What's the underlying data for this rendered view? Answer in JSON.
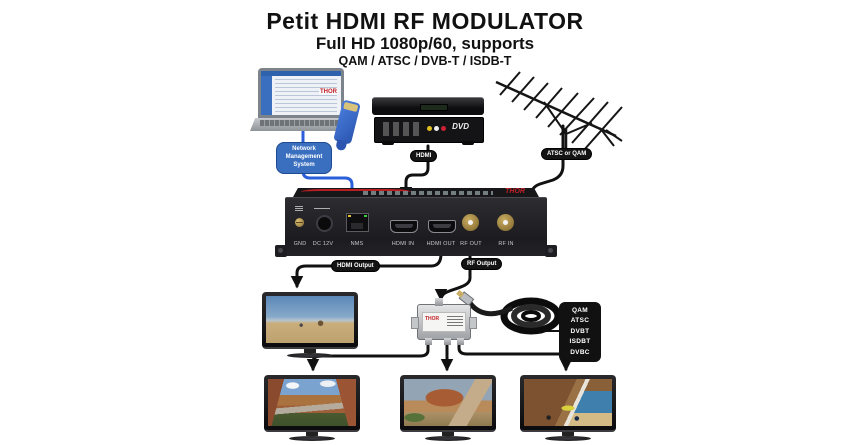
{
  "title": {
    "line1": "Petit HDMI RF MODULATOR",
    "line2": "Full HD 1080p/60, supports",
    "line3": "QAM / ATSC / DVB-T / ISDB-T"
  },
  "laptop": {
    "screen_brand": "THOR"
  },
  "dvd": {
    "logo": "DVD"
  },
  "device": {
    "brand": "THOR",
    "ports": [
      "GND",
      "DC 12V",
      "NMS",
      "HDMI IN",
      "HDMI OUT",
      "RF OUT",
      "RF IN"
    ]
  },
  "splitter": {
    "brand": "THOR"
  },
  "labels": {
    "nms": [
      "Network",
      "Management",
      "System"
    ],
    "hdmi_cable": "HDMI",
    "antenna_cable": "ATSC or QAM",
    "hdmi_output": "HDMI Output",
    "rf_output": "RF Output",
    "standards": [
      "QAM",
      "ATSC",
      "DVBT",
      "ISDBT",
      "DVBC"
    ]
  },
  "colors": {
    "accent_red": "#c22127",
    "cable_blue": "#2b5fd9",
    "label_blue": "#3a6fc0",
    "pill_black": "#141414"
  }
}
